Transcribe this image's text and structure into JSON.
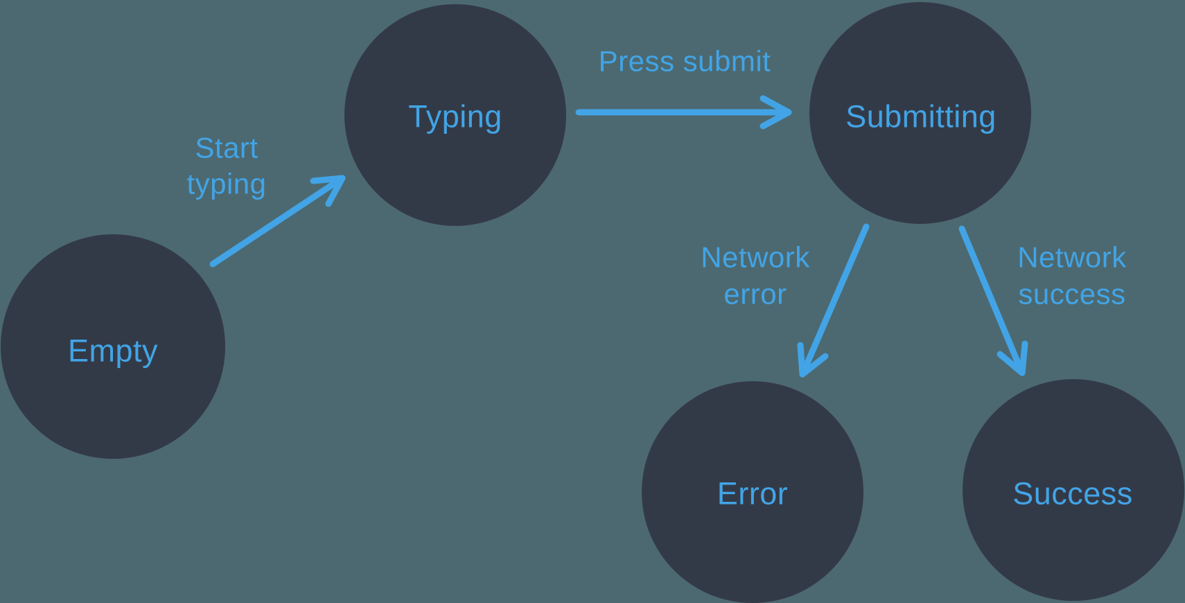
{
  "colors": {
    "background": "#4C6971",
    "node_fill": "#333A47",
    "accent": "#42A4E6"
  },
  "states": [
    {
      "id": "empty",
      "label": "Empty"
    },
    {
      "id": "typing",
      "label": "Typing"
    },
    {
      "id": "submitting",
      "label": "Submitting"
    },
    {
      "id": "error",
      "label": "Error"
    },
    {
      "id": "success",
      "label": "Success"
    }
  ],
  "transitions": [
    {
      "id": "start-typing",
      "label": "Start typing",
      "from": "Empty",
      "to": "Typing",
      "lines": [
        "Start",
        "typing"
      ]
    },
    {
      "id": "press-submit",
      "label": "Press submit",
      "from": "Typing",
      "to": "Submitting",
      "lines": [
        "Press submit"
      ]
    },
    {
      "id": "network-error",
      "label": "Network error",
      "from": "Submitting",
      "to": "Error",
      "lines": [
        "Network",
        "error"
      ]
    },
    {
      "id": "network-success",
      "label": "Network success",
      "from": "Submitting",
      "to": "Success",
      "lines": [
        "Network",
        "success"
      ]
    }
  ]
}
